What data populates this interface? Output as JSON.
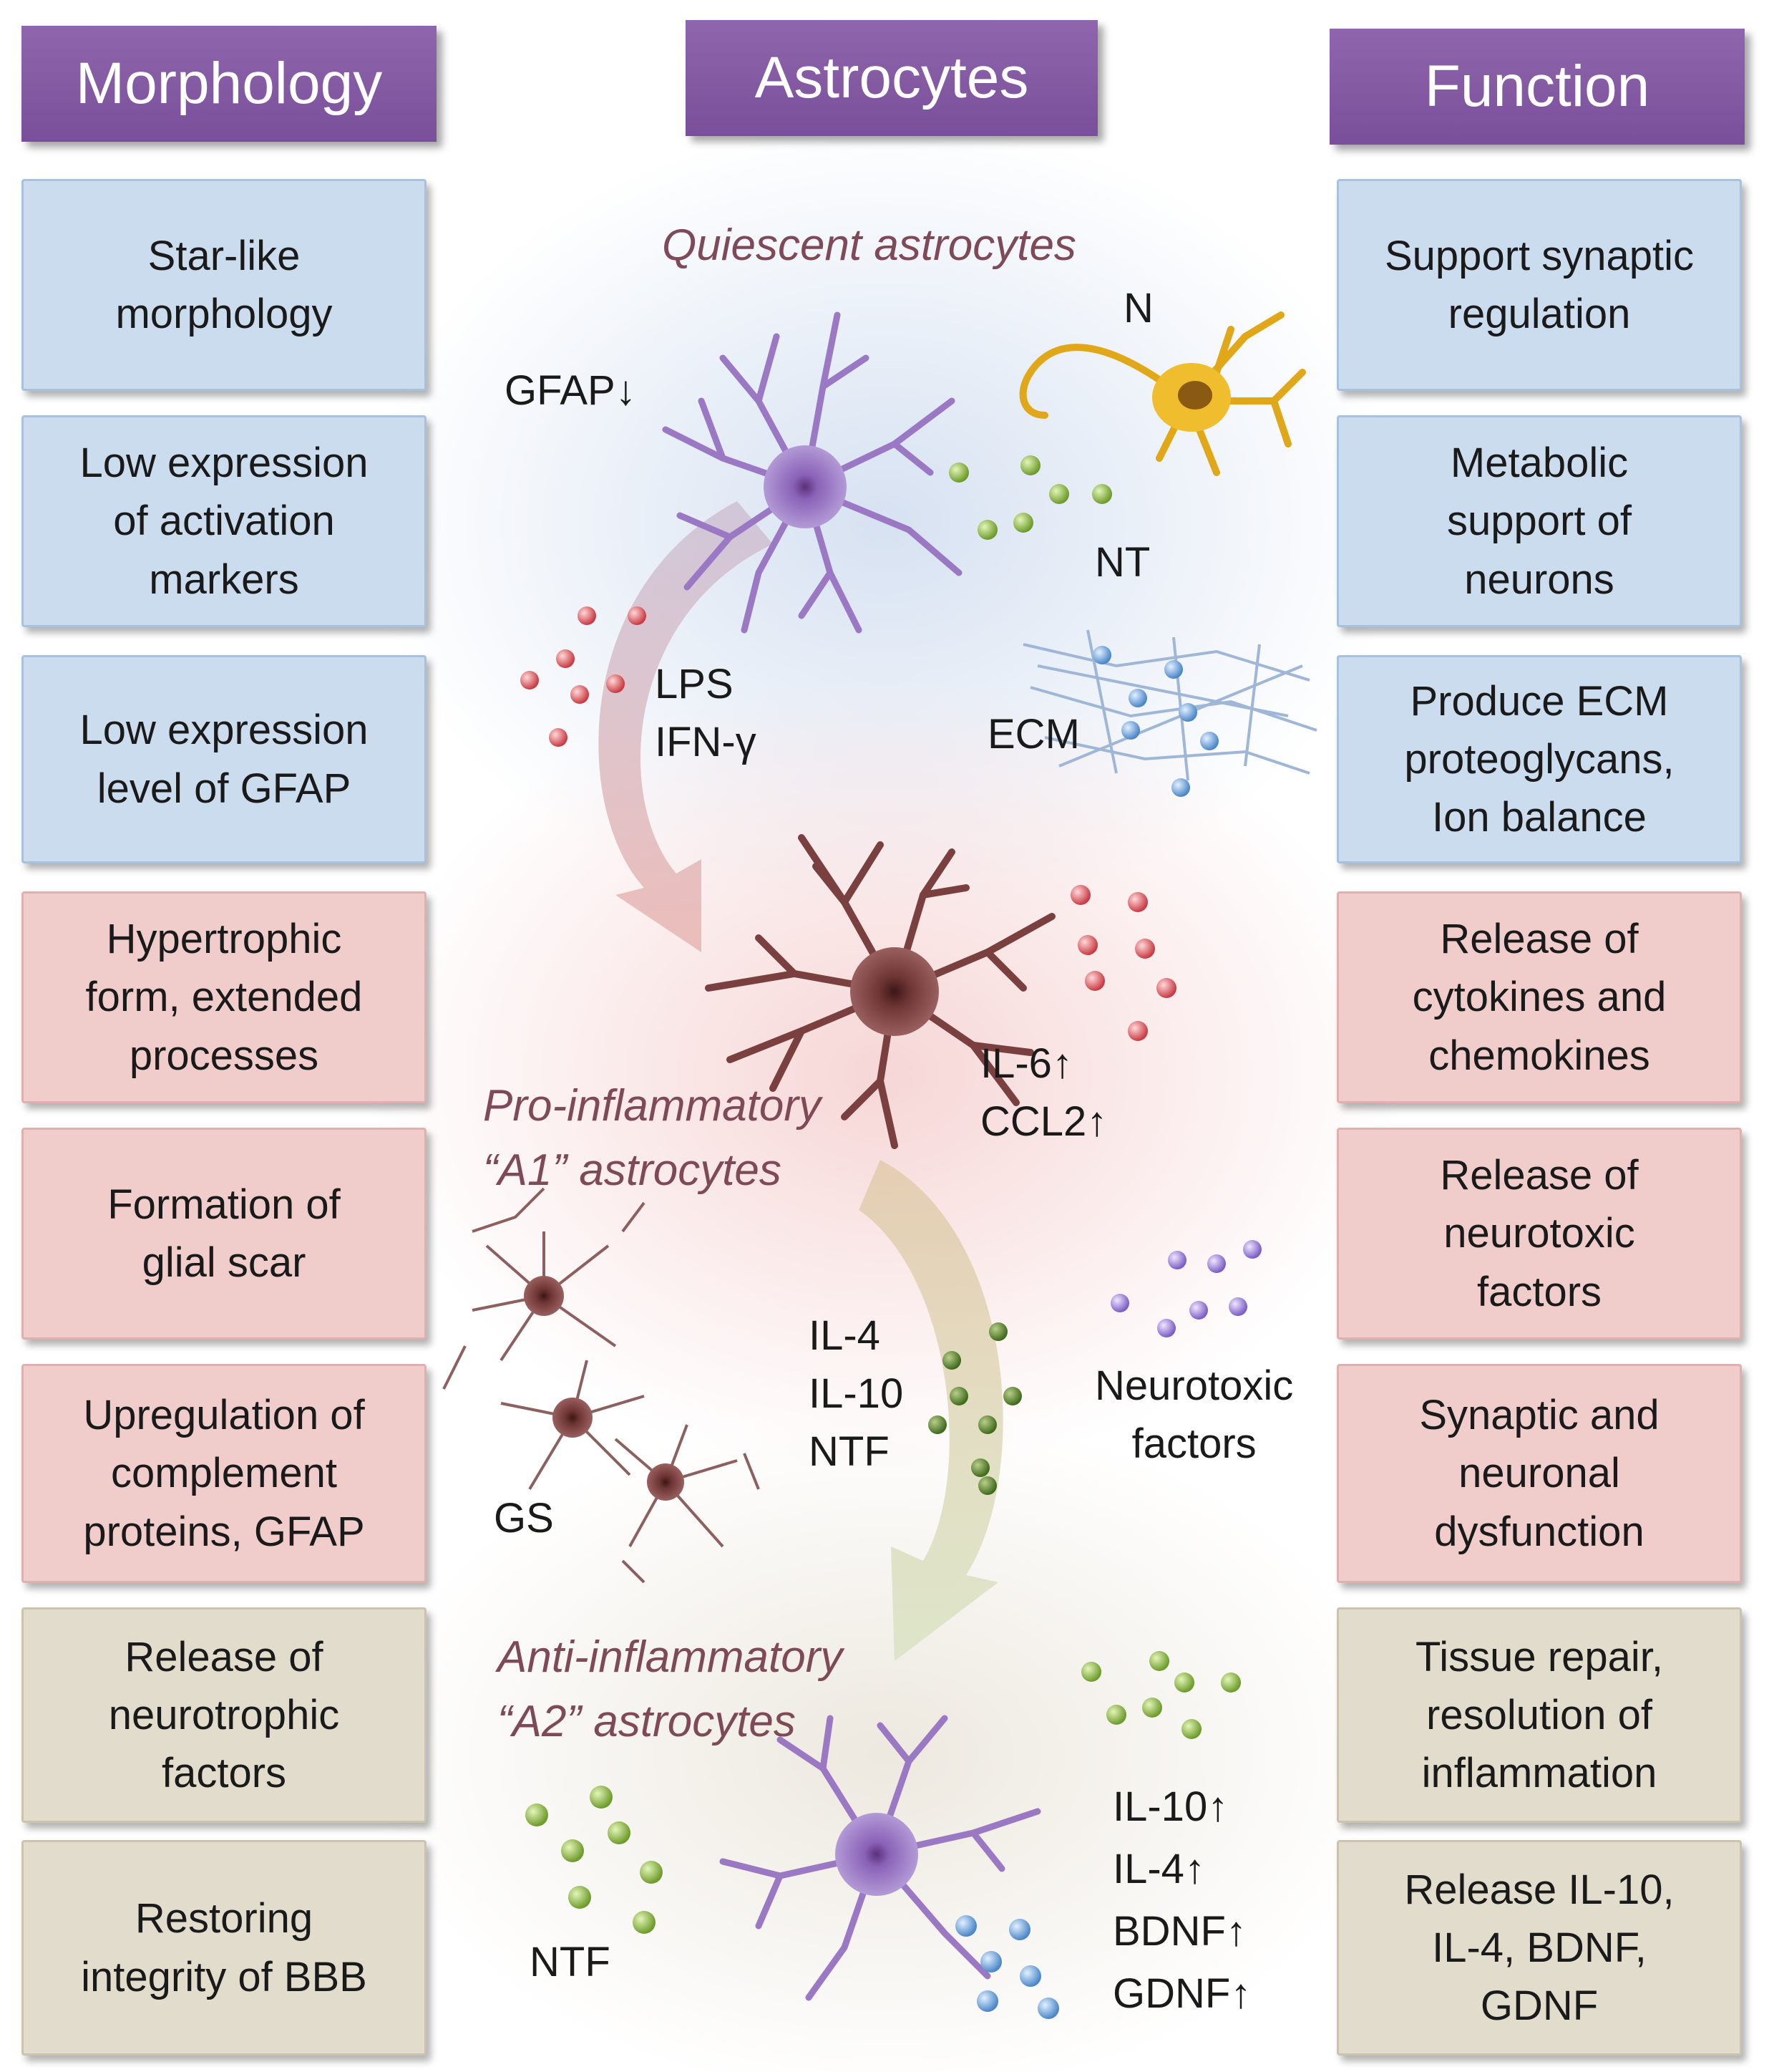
{
  "headers": {
    "left": "Morphology",
    "center": "Astrocytes",
    "right": "Function"
  },
  "morphology": [
    {
      "text": "Star-like\nmorphology",
      "color": "blue"
    },
    {
      "text": "Low expression\nof activation\nmarkers",
      "color": "blue"
    },
    {
      "text": "Low expression\nlevel of GFAP",
      "color": "blue"
    },
    {
      "text": "Hypertrophic\nform, extended\nprocesses",
      "color": "red"
    },
    {
      "text": "Formation of\nglial scar",
      "color": "red"
    },
    {
      "text": "Upregulation of\ncomplement\nproteins, GFAP",
      "color": "red"
    },
    {
      "text": "Release of\nneurotrophic\nfactors",
      "color": "tan"
    },
    {
      "text": "Restoring\nintegrity of BBB",
      "color": "tan"
    }
  ],
  "function": [
    {
      "text": "Support synaptic\nregulation",
      "color": "blue"
    },
    {
      "text": "Metabolic\nsupport of\nneurons",
      "color": "blue"
    },
    {
      "text": "Produce ECM\nproteoglycans,\nIon balance",
      "color": "blue"
    },
    {
      "text": "Release of\ncytokines and\nchemokines",
      "color": "red"
    },
    {
      "text": "Release of\nneurotoxic\nfactors",
      "color": "red"
    },
    {
      "text": "Synaptic and\nneuronal\ndysfunction",
      "color": "red"
    },
    {
      "text": "Tissue repair,\nresolution of\ninflammation",
      "color": "tan"
    },
    {
      "text": "Release IL-10,\nIL-4, BDNF,\nGDNF",
      "color": "tan"
    }
  ],
  "center": {
    "quiescent_title": "Quiescent astrocytes",
    "a1_title": "Pro-inflammatory\n“A1” astrocytes",
    "a2_title": "Anti-inflammatory\n“A2” astrocytes",
    "gfap": "GFAP↓",
    "neuron": "N",
    "nt": "NT",
    "lps": "LPS\nIFN-γ",
    "ecm": "ECM",
    "il6": "IL-6↑\nCCL2↑",
    "il4": "IL-4\nIL-10\nNTF",
    "neurotoxic": "Neurotoxic\nfactors",
    "gs": "GS",
    "ntf": "NTF",
    "a2_markers": "IL-10↑\nIL-4↑\nBDNF↑\nGDNF↑"
  },
  "colors": {
    "header": "#7a4f9a",
    "blue_box": "#cbdcef",
    "red_box": "#f0cccb",
    "tan_box": "#e2dccd",
    "quiescent_cell": "#9a78c4",
    "a1_cell": "#7a4040",
    "neuron": "#e8b422"
  }
}
